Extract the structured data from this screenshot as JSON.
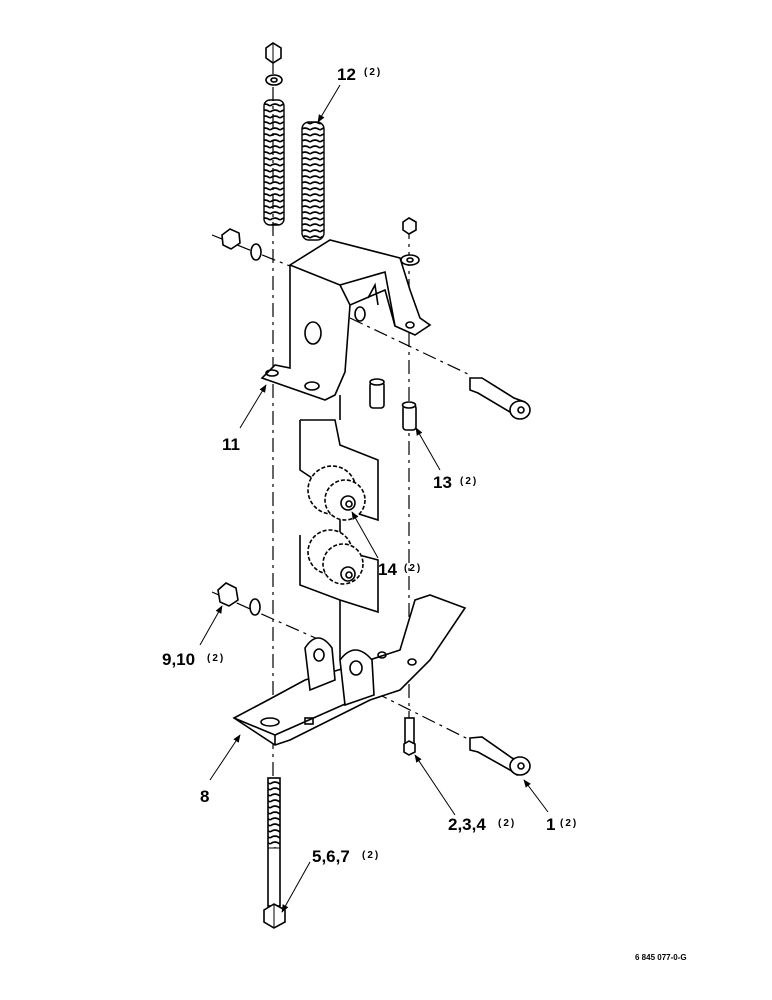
{
  "callouts": [
    {
      "id": "12",
      "qty": "(2)"
    },
    {
      "id": "11",
      "qty": ""
    },
    {
      "id": "13",
      "qty": "(2)"
    },
    {
      "id": "14",
      "qty": "(2)"
    },
    {
      "id": "9,10",
      "qty": "(2)"
    },
    {
      "id": "8",
      "qty": ""
    },
    {
      "id": "2,3,4",
      "qty": "(2)"
    },
    {
      "id": "1",
      "qty": "(2)"
    },
    {
      "id": "5,6,7",
      "qty": "(2)"
    }
  ],
  "document_number": "6 845 077-0-G"
}
